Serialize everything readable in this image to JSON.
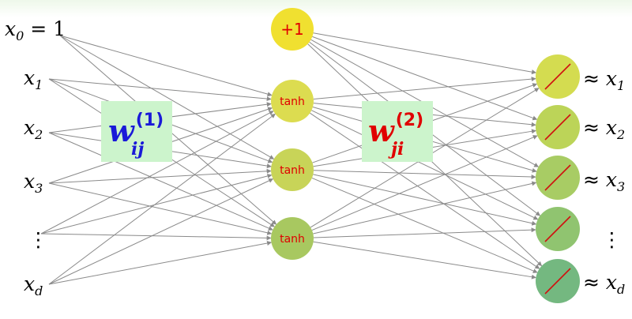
{
  "inputs": [
    {
      "base": "x",
      "sub": "0",
      "suffix": " = 1"
    },
    {
      "base": "x",
      "sub": "1",
      "suffix": ""
    },
    {
      "base": "x",
      "sub": "2",
      "suffix": ""
    },
    {
      "base": "x",
      "sub": "3",
      "suffix": ""
    },
    {
      "base": "⋮",
      "sub": "",
      "suffix": ""
    },
    {
      "base": "x",
      "sub": "d",
      "suffix": ""
    }
  ],
  "bias_node": {
    "label": "+1"
  },
  "hidden_nodes": [
    {
      "label": "tanh"
    },
    {
      "label": "tanh"
    },
    {
      "label": "tanh"
    }
  ],
  "output_labels": [
    {
      "prefix": "≈ ",
      "base": "x",
      "sub": "1"
    },
    {
      "prefix": "≈ ",
      "base": "x",
      "sub": "2"
    },
    {
      "prefix": "≈ ",
      "base": "x",
      "sub": "3"
    },
    {
      "prefix": "",
      "base": "⋮",
      "sub": ""
    },
    {
      "prefix": "≈ ",
      "base": "x",
      "sub": "d"
    }
  ],
  "weights": {
    "layer1": {
      "base": "w",
      "sub": "ij",
      "sup": "(1)",
      "color": "#1a1ad8"
    },
    "layer2": {
      "base": "w",
      "sub": "ji",
      "sup": "(2)",
      "color": "#e00000"
    }
  },
  "colors": {
    "bias_fill": "#f0e030",
    "hidden_fills": [
      "#dcdc50",
      "#c8d458",
      "#a8c860"
    ],
    "output_fills": [
      "#d4dc50",
      "#bcd458",
      "#a8cc64",
      "#90c470",
      "#74b880"
    ],
    "edge": "#8a8a8a",
    "identity_line": "#d01010"
  }
}
